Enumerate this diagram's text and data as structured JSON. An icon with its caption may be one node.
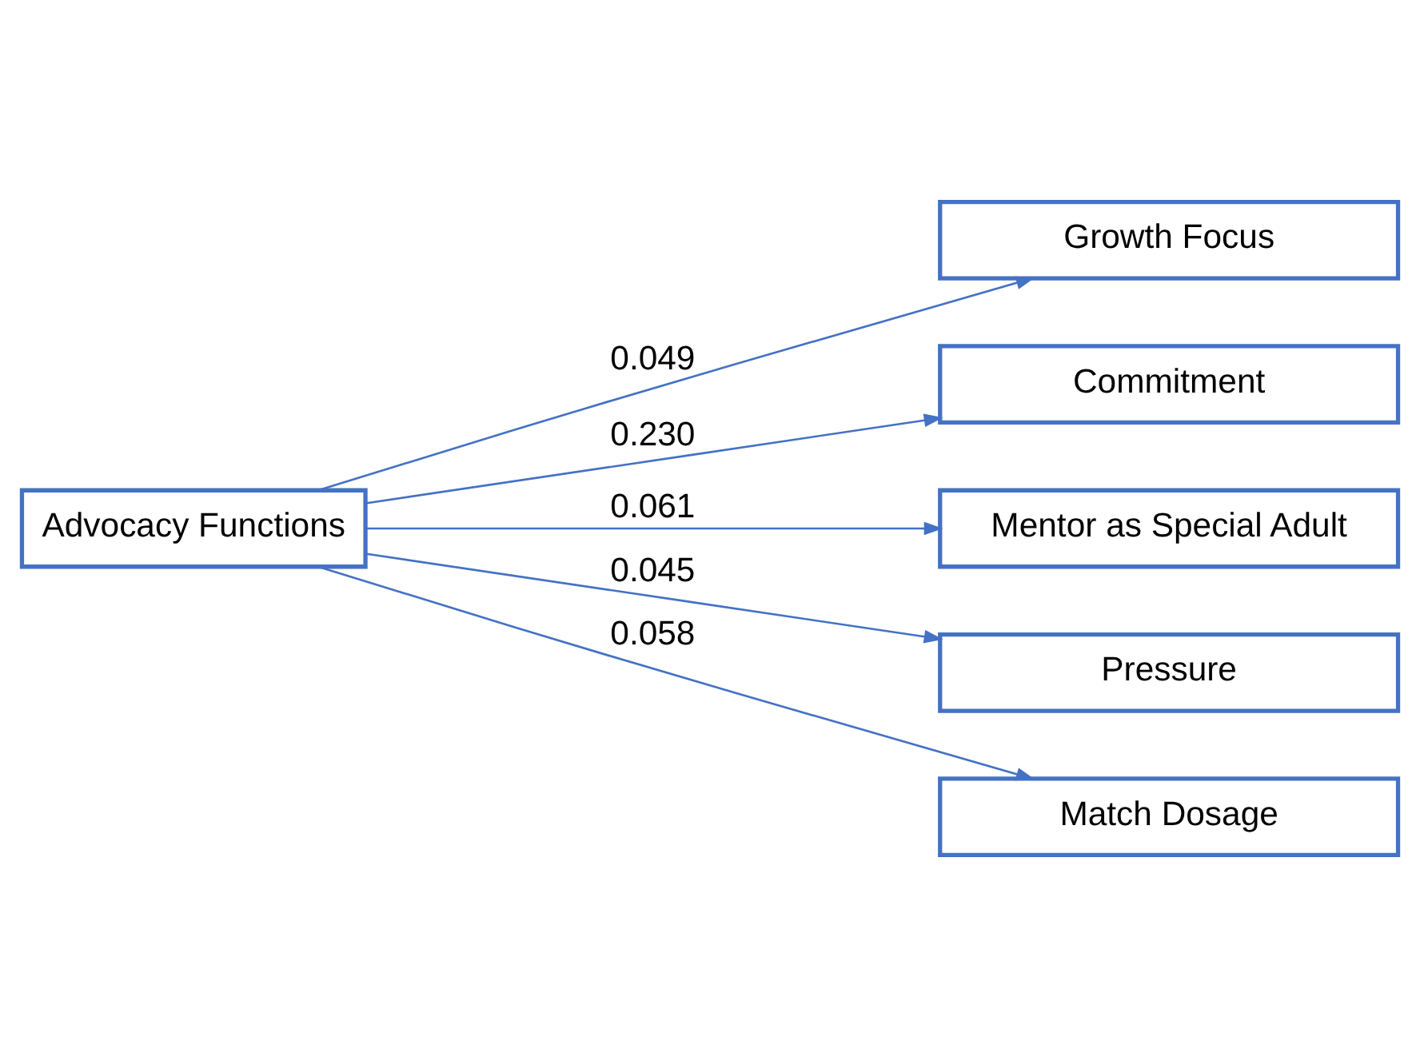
{
  "diagram": {
    "nodes": [
      {
        "text": [
          "Advocacy Functions"
        ]
      },
      {
        "text": [
          "Growth Focus"
        ]
      },
      {
        "text": [
          "Commitment"
        ]
      },
      {
        "text": [
          "Mentor as Special Adult"
        ]
      },
      {
        "text": [
          "Pressure"
        ]
      },
      {
        "text": [
          "Match Dosage"
        ]
      }
    ],
    "edges": [
      {
        "from": 0,
        "to": 1,
        "arrow": "to",
        "label": "0.049"
      },
      {
        "from": 0,
        "to": 2,
        "arrow": "to",
        "label": "0.230"
      },
      {
        "from": 0,
        "to": 3,
        "arrow": "to",
        "label": "0.061"
      },
      {
        "from": 0,
        "to": 4,
        "arrow": "to",
        "label": "0.045"
      },
      {
        "from": 0,
        "to": 5,
        "arrow": "to",
        "label": "0.058"
      }
    ]
  }
}
